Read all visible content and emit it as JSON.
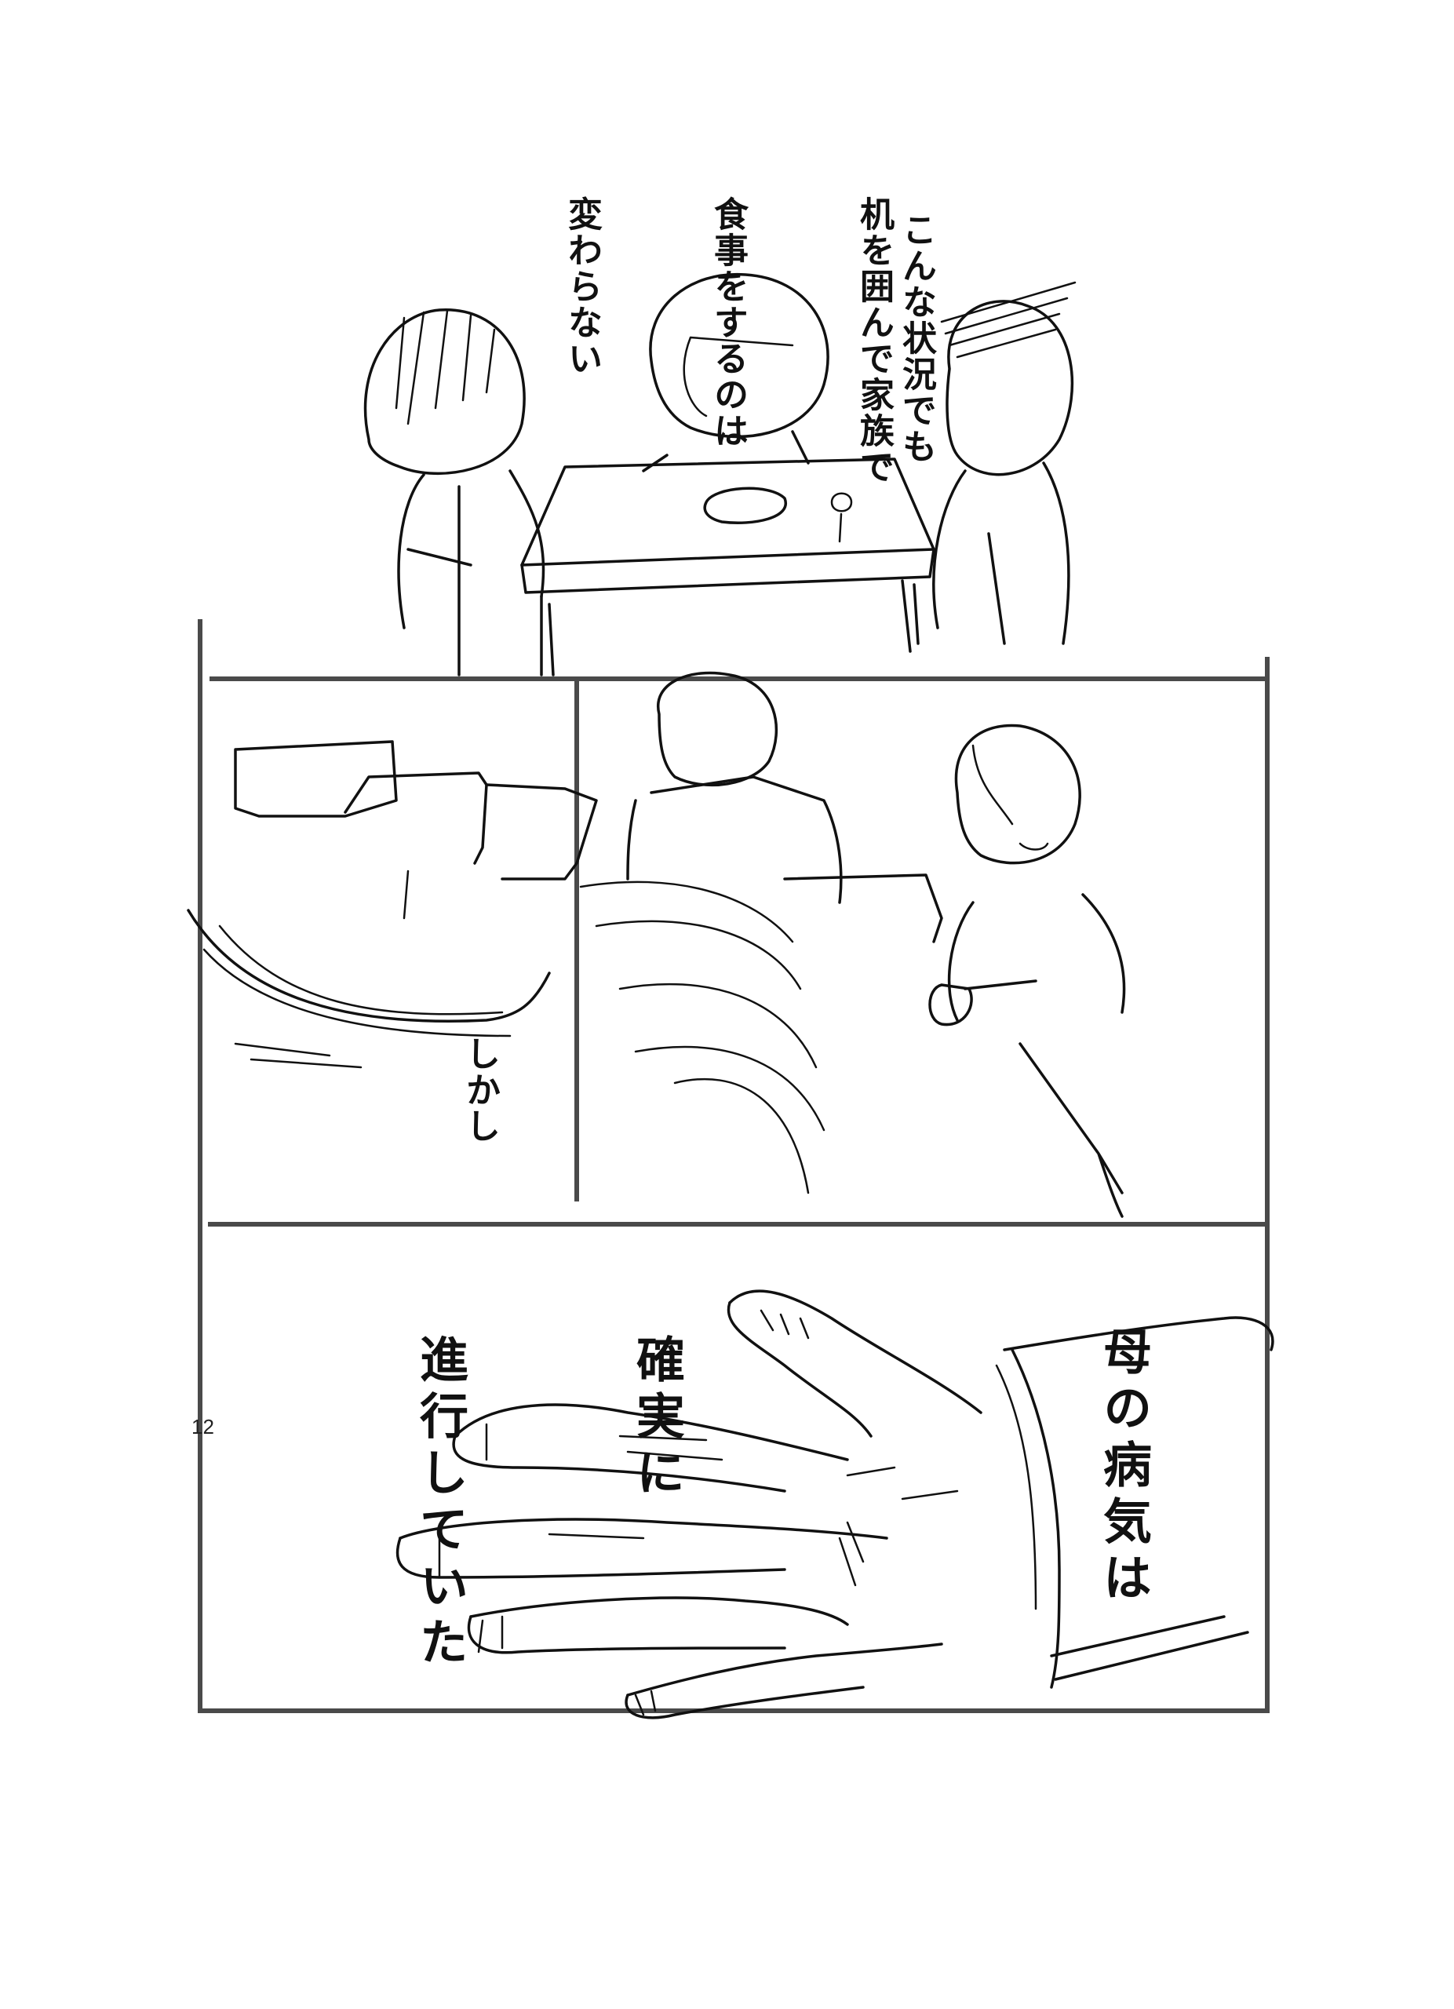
{
  "page": {
    "page_number": "12"
  },
  "captions": {
    "cap1": "こんな状況でも",
    "cap2_lines": [
      "机を囲んで家族で",
      "食事をするのは",
      "変わらない"
    ],
    "cap3": "しかし",
    "cap4": "母の病気は",
    "cap5_lines": [
      "確実に",
      "進行していた"
    ]
  }
}
